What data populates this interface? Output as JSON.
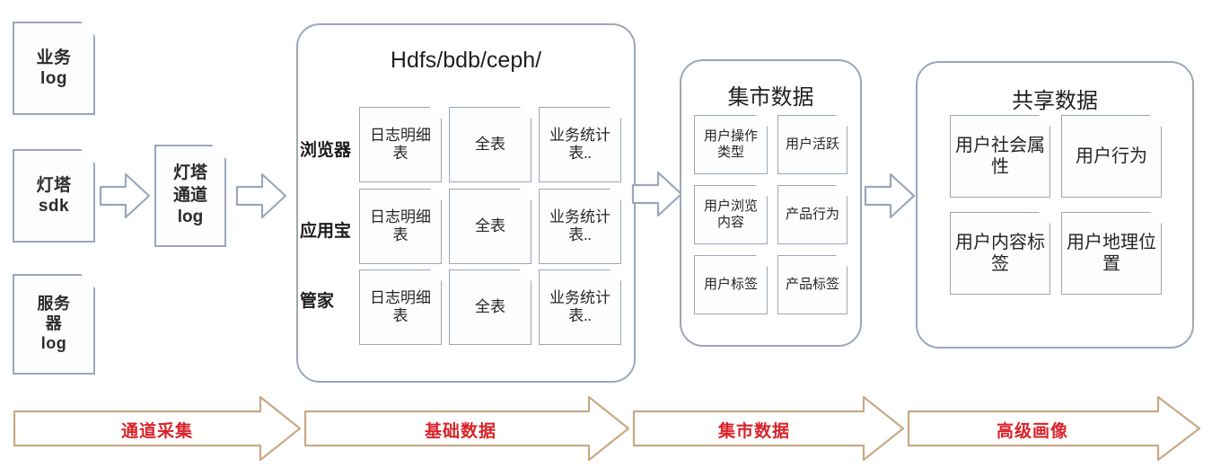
{
  "diagram": {
    "title_hdfs": "Hdfs/bdb/ceph/",
    "sources": [
      {
        "line1": "业务",
        "line2": "log",
        "line3": ""
      },
      {
        "line1": "灯塔",
        "line2": "sdk",
        "line3": ""
      },
      {
        "line1": "服务",
        "line2": "器",
        "line3": "log"
      }
    ],
    "channel": {
      "line1": "灯塔",
      "line2": "通道",
      "line3": "log"
    },
    "hdfs": {
      "title": "Hdfs/bdb/ceph/",
      "row_labels": [
        "浏览器",
        "应用宝",
        "管家"
      ],
      "columns": [
        "日志明细表",
        "全表",
        "业务统计表.."
      ],
      "rows": [
        [
          "日志明细表",
          "全表",
          "业务统计表.."
        ],
        [
          "日志明细表",
          "全表",
          "业务统计表.."
        ],
        [
          "日志明细表",
          "全表",
          "业务统计表.."
        ]
      ]
    },
    "market": {
      "title": "集市数据",
      "cards": [
        "用户操作类型",
        "用户活跃",
        "用户浏览内容",
        "产品行为",
        "用户标签",
        "产品标签"
      ]
    },
    "shared": {
      "title": "共享数据",
      "cards": [
        "用户社会属性",
        "用户行为",
        "用户内容标签",
        "用户地理位置"
      ]
    },
    "banner_labels": [
      "通道采集",
      "基础数据",
      "集市数据",
      "高级画像"
    ],
    "colors": {
      "box_border": "#9aa7bb",
      "banner_border": "#c9a983",
      "banner_text": "#d9232a",
      "background": "#ffffff"
    }
  }
}
